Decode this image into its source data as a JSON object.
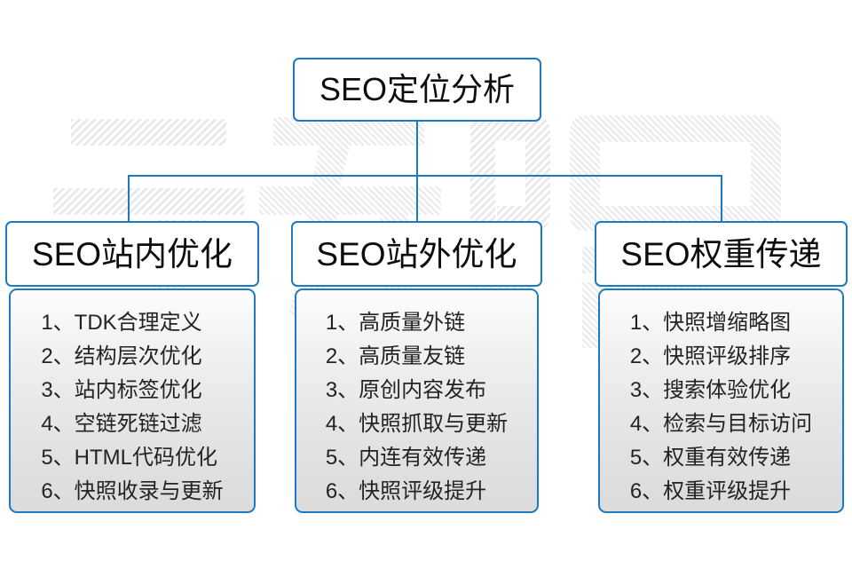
{
  "diagram": {
    "title": "SEO定位分析",
    "watermark_text": "云无限",
    "accent_color": "#1a7ac4",
    "text_color": "#0d0d0d",
    "list_text_color": "#232323",
    "root": {
      "label": "SEO定位分析"
    },
    "branches": [
      {
        "id": "seo-onsite",
        "header": "SEO站内优化",
        "items": [
          "1、TDK合理定义",
          "2、结构层次优化",
          "3、站内标签优化",
          "4、空链死链过滤",
          "5、HTML代码优化",
          "6、快照收录与更新"
        ]
      },
      {
        "id": "seo-offsite",
        "header": "SEO站外优化",
        "items": [
          "1、高质量外链",
          "2、高质量友链",
          "3、原创内容发布",
          "4、快照抓取与更新",
          "5、内连有效传递",
          "6、快照评级提升"
        ]
      },
      {
        "id": "seo-weight",
        "header": "SEO权重传递",
        "items": [
          "1、快照增缩略图",
          "2、快照评级排序",
          "3、搜索体验优化",
          "4、检索与目标访问",
          "5、权重有效传递",
          "6、权重评级提升"
        ]
      }
    ]
  }
}
